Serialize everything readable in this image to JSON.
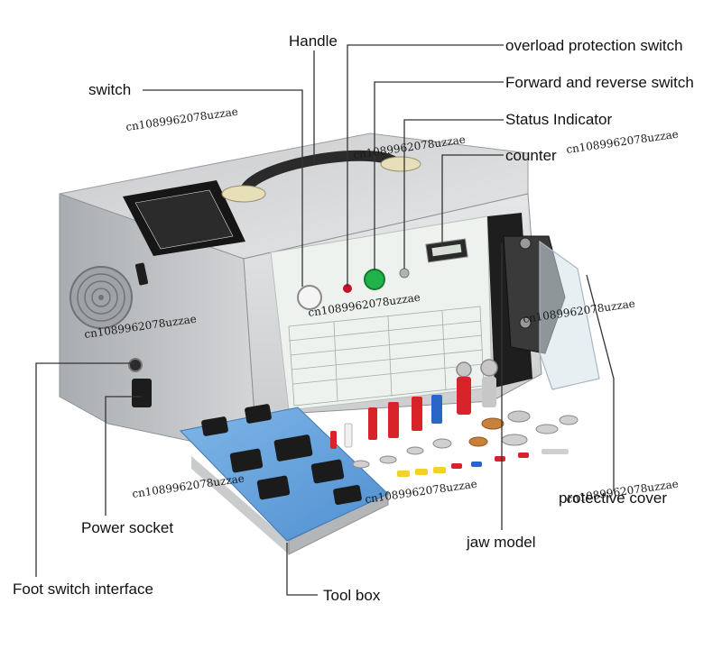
{
  "labels": {
    "handle": "Handle",
    "overload": "overload protection switch",
    "switch": "switch",
    "forward_reverse": "Forward and reverse switch",
    "status": "Status Indicator",
    "counter": "counter",
    "power_socket": "Power socket",
    "protective_cover": "protective cover",
    "jaw_model": "jaw model",
    "foot_switch": "Foot switch interface",
    "tool_box": "Tool box"
  },
  "watermark": "cn1089962078uzzae",
  "colors": {
    "line": "#333333",
    "text": "#111111",
    "body_top": "#d8d8d8",
    "body_side": "#b9bcbf",
    "panel": "#eef2ee",
    "tray": "#6aa6de",
    "green_button": "#22b24c"
  }
}
